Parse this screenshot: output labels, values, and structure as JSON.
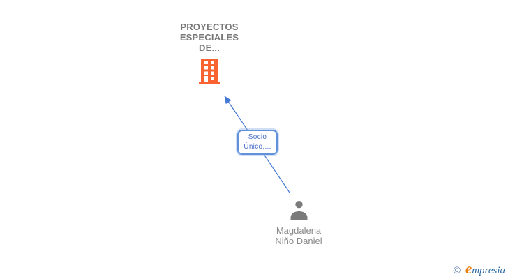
{
  "canvas": {
    "background": "#ffffff"
  },
  "nodes": {
    "company": {
      "label": "PROYECTOS\nESPECIALES\nDE...",
      "icon": "building-icon",
      "icon_color": "#F96231",
      "label_color": "#787878"
    },
    "person": {
      "label": "Magdalena\nNiño Daniel",
      "icon": "person-icon",
      "icon_color": "#7B7B7B",
      "label_color": "#8A8A8A"
    }
  },
  "edge": {
    "label": "Socio\nÚnico,...",
    "direction": "person-to-company",
    "line_color": "#4478D6",
    "box_border_color": "#6191DB",
    "label_color": "#4A70C8"
  },
  "branding": {
    "copyright_symbol": "©",
    "logo_initial": "e",
    "logo_rest": "mpresia",
    "initial_color": "#E8800F",
    "rest_color": "#2E6BA3"
  }
}
